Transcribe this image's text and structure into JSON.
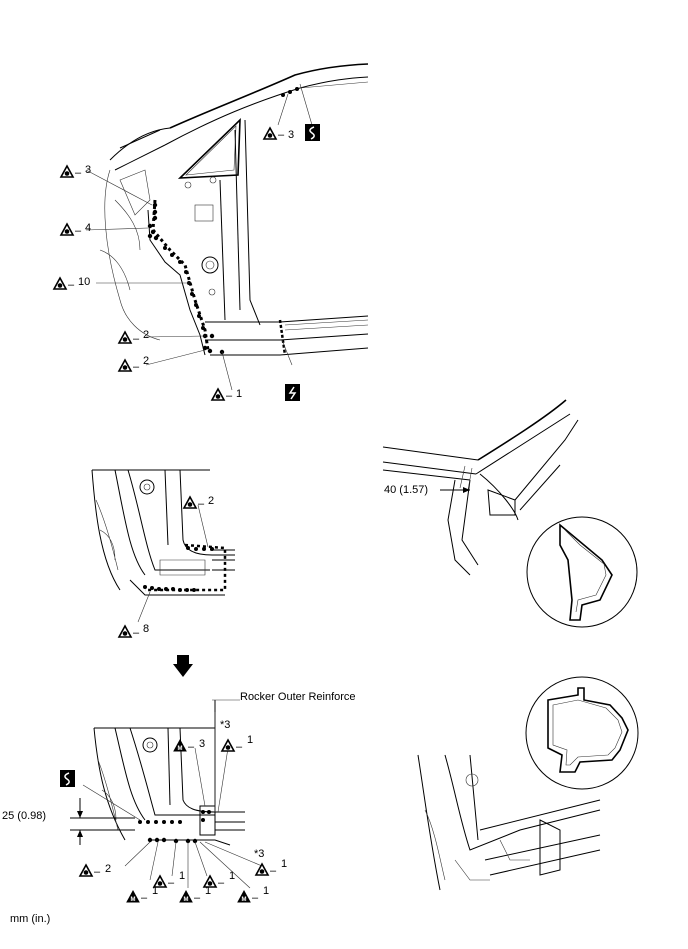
{
  "weld_marks": {
    "top": [
      {
        "type": "spot-weld",
        "count": "3"
      },
      {
        "type": "spot-weld",
        "count": "3"
      },
      {
        "type": "spot-weld",
        "count": "4"
      },
      {
        "type": "spot-weld",
        "count": "10"
      },
      {
        "type": "spot-weld",
        "count": "2"
      },
      {
        "type": "spot-weld",
        "count": "2"
      },
      {
        "type": "spot-weld",
        "count": "1"
      }
    ],
    "middle": [
      {
        "type": "spot-weld",
        "count": "2"
      },
      {
        "type": "spot-weld",
        "count": "8"
      }
    ],
    "bottom": [
      {
        "type": "mig-plug-weld",
        "count": "3"
      },
      {
        "type": "spot-weld",
        "count": "1"
      },
      {
        "type": "spot-weld",
        "count": "2"
      },
      {
        "type": "spot-weld",
        "count": "1"
      },
      {
        "type": "spot-weld",
        "count": "1"
      },
      {
        "type": "spot-weld",
        "count": "1"
      },
      {
        "type": "mig-plug-weld",
        "count": "1"
      },
      {
        "type": "mig-plug-weld",
        "count": "1"
      },
      {
        "type": "mig-plug-weld",
        "count": "1"
      }
    ]
  },
  "dash": "–",
  "labels": {
    "rocker_outer_reinforce": "Rocker Outer Reinforce",
    "note_3a": "*3",
    "note_3b": "*3",
    "dim_40": "40 (1.57)",
    "dim_25": "25 (0.98)",
    "units": "mm (in.)"
  },
  "icons": [
    "spot-weld-icon",
    "mig-plug-weld-icon",
    "cut-start-icon",
    "cut-end-icon",
    "down-arrow-icon"
  ]
}
